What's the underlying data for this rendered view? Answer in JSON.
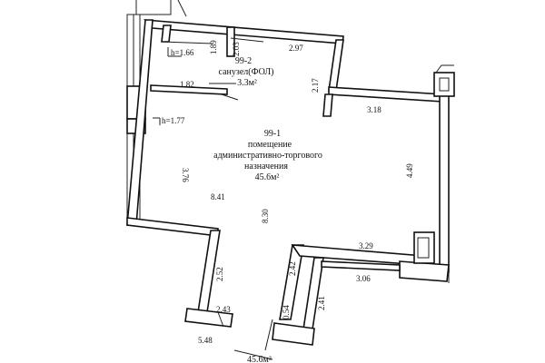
{
  "rooms": [
    {
      "id": "99-2",
      "name": "санузел(ФОЛ)",
      "area": "3.3м²"
    },
    {
      "id": "99-1",
      "name_lines": [
        "помещение",
        "административно-торгового",
        "назначения"
      ],
      "area": "45.6м²"
    }
  ],
  "heights": {
    "h1": "h=1.66",
    "h2": "h=1.77"
  },
  "dimensions": {
    "d_1_89": "1.89",
    "d_2_03": "2.03",
    "d_2_97": "2.97",
    "d_1_82": "1.82",
    "d_2_17": "2.17",
    "d_3_18": "3.18",
    "d_3_76": "3.76",
    "d_4_49": "4.49",
    "d_8_41": "8.41",
    "d_8_30": "8.30",
    "d_3_29": "3.29",
    "d_2_52": "2.52",
    "d_2_42": "2.42",
    "d_3_06": "3.06",
    "d_2_41": "2.41",
    "d_2_43": "2.43",
    "d_0_54": "0.54",
    "d_5_48": "5.48"
  },
  "total_area": "45.6м²"
}
